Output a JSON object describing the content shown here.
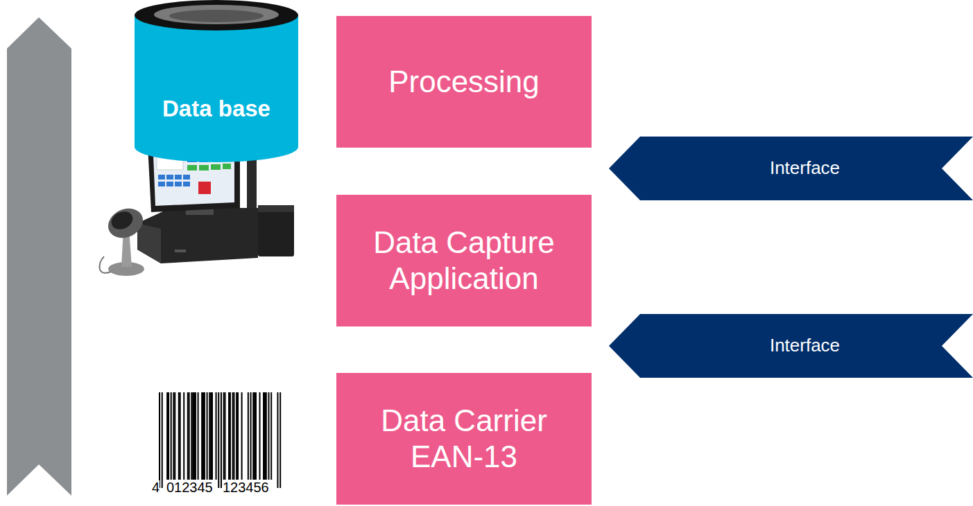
{
  "diagram": {
    "nodes": [
      {
        "text": [
          "Data base"
        ]
      },
      {
        "text": [
          "Processing"
        ]
      },
      {
        "text": [
          "Interface"
        ]
      },
      {
        "text": [
          "Data Capture Application"
        ]
      },
      {
        "text": [
          "Interface"
        ]
      },
      {
        "text": [
          "Data Carrier EAN-13"
        ]
      }
    ],
    "labels": [
      "4",
      "012345",
      "123456"
    ]
  }
}
